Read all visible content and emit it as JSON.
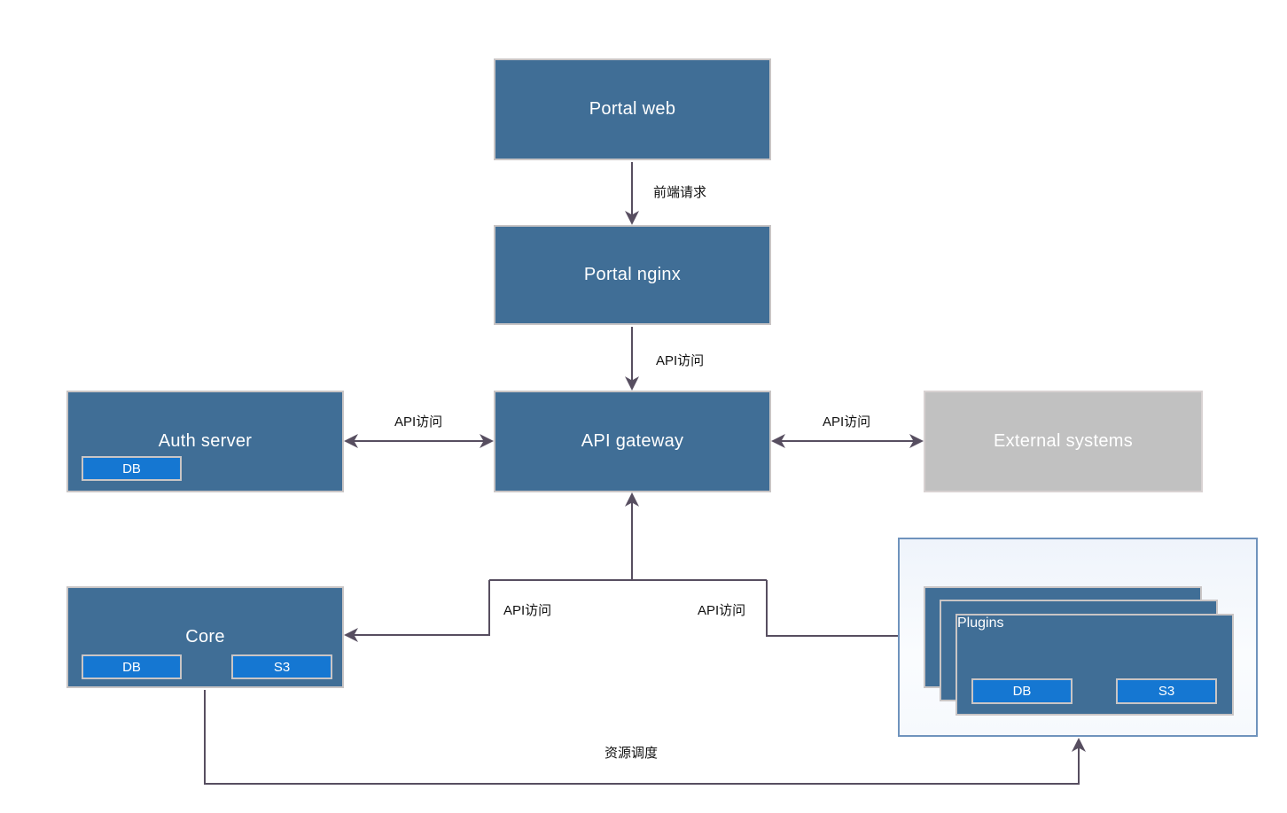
{
  "nodes": {
    "portal_web": {
      "label": "Portal web"
    },
    "portal_nginx": {
      "label": "Portal nginx"
    },
    "api_gateway": {
      "label": "API gateway"
    },
    "auth_server": {
      "label": "Auth server",
      "db_label": "DB"
    },
    "external_systems": {
      "label": "External systems"
    },
    "core": {
      "label": "Core",
      "db_label": "DB",
      "s3_label": "S3"
    },
    "plugins": {
      "label": "Plugins",
      "db_label": "DB",
      "s3_label": "S3"
    }
  },
  "edge_labels": {
    "web_to_nginx": "前端请求",
    "nginx_to_gateway": "API访问",
    "auth_to_gateway": "API访问",
    "gateway_to_external": "API访问",
    "gateway_to_core": "API访问",
    "gateway_to_plugins": "API访问",
    "core_to_plugins": "资源调度"
  },
  "colors": {
    "node_fill": "#406e96",
    "storage_fill": "#1577d2",
    "external_fill": "#c1c1c1",
    "container_fill": "#f7f9fd",
    "container_border": "#6f93bd",
    "arrow": "#574e60",
    "node_text": "#ffffff",
    "label_text": "#111111"
  }
}
